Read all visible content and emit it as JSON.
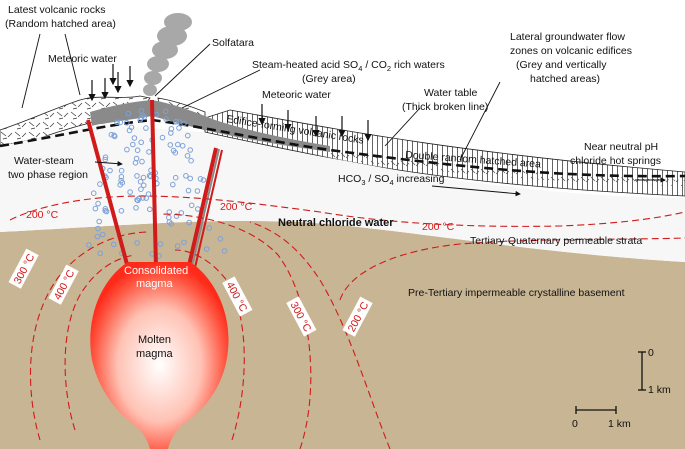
{
  "labels": {
    "latest_volcanic_1": "Latest volcanic rocks",
    "latest_volcanic_2": "(Random hatched area)",
    "meteoric_left": "Meteoric water",
    "solfatara": "Solfatara",
    "steam_heated_1a": "Steam-heated acid SO",
    "steam_heated_1b": "4",
    "steam_heated_1c": " / CO",
    "steam_heated_1d": "2",
    "steam_heated_1e": " rich waters",
    "steam_heated_2": "(Grey area)",
    "lateral_1": "Lateral groundwater flow",
    "lateral_2": "zones on volcanic edifices",
    "lateral_3": "(Grey and vertically",
    "lateral_4": "hatched areas)",
    "meteoric_right": "Meteoric water",
    "water_table_1": "Water table",
    "water_table_2": "(Thick broken line)",
    "edifice": "Edifice-forming volcanic rocks",
    "double_random": "Double random hatched area",
    "near_neutral_1": "Near neutral pH",
    "near_neutral_2": "chloride hot springs",
    "water_steam_1": "Water-steam",
    "water_steam_2": "two phase region",
    "hco3_a": "HCO",
    "hco3_b": "3",
    "hco3_c": " / SO",
    "hco3_d": "4",
    "hco3_e": " increasing",
    "neutral_chloride": "Neutral chloride water",
    "tertiary": "Tertiary-Quaternary permeable strata",
    "pre_tertiary": "Pre-Tertiary impermeable crystalline basement",
    "consolidated_1": "Consolidated",
    "consolidated_2": "magma",
    "molten_1": "Molten",
    "molten_2": "magma"
  },
  "isotherms": {
    "t200_left": "200 °C",
    "t200_mid": "200 °C",
    "t200_right": "200 °C",
    "t200_far": "200 °C",
    "t300_left": "300 °C",
    "t400_left": "400 °C",
    "t400_right": "400 °C",
    "t300_right": "300 °C"
  },
  "scale": {
    "vertical_top": "0",
    "vertical_bottom": "1 km",
    "horizontal_left": "0",
    "horizontal_right": "1 km"
  },
  "colors": {
    "basement": "#c8b593",
    "isotherm": "#d11a1a",
    "conduit": "#d11a1a",
    "grey_zone": "#8a8a8a",
    "bubble": "#7da1d8"
  }
}
